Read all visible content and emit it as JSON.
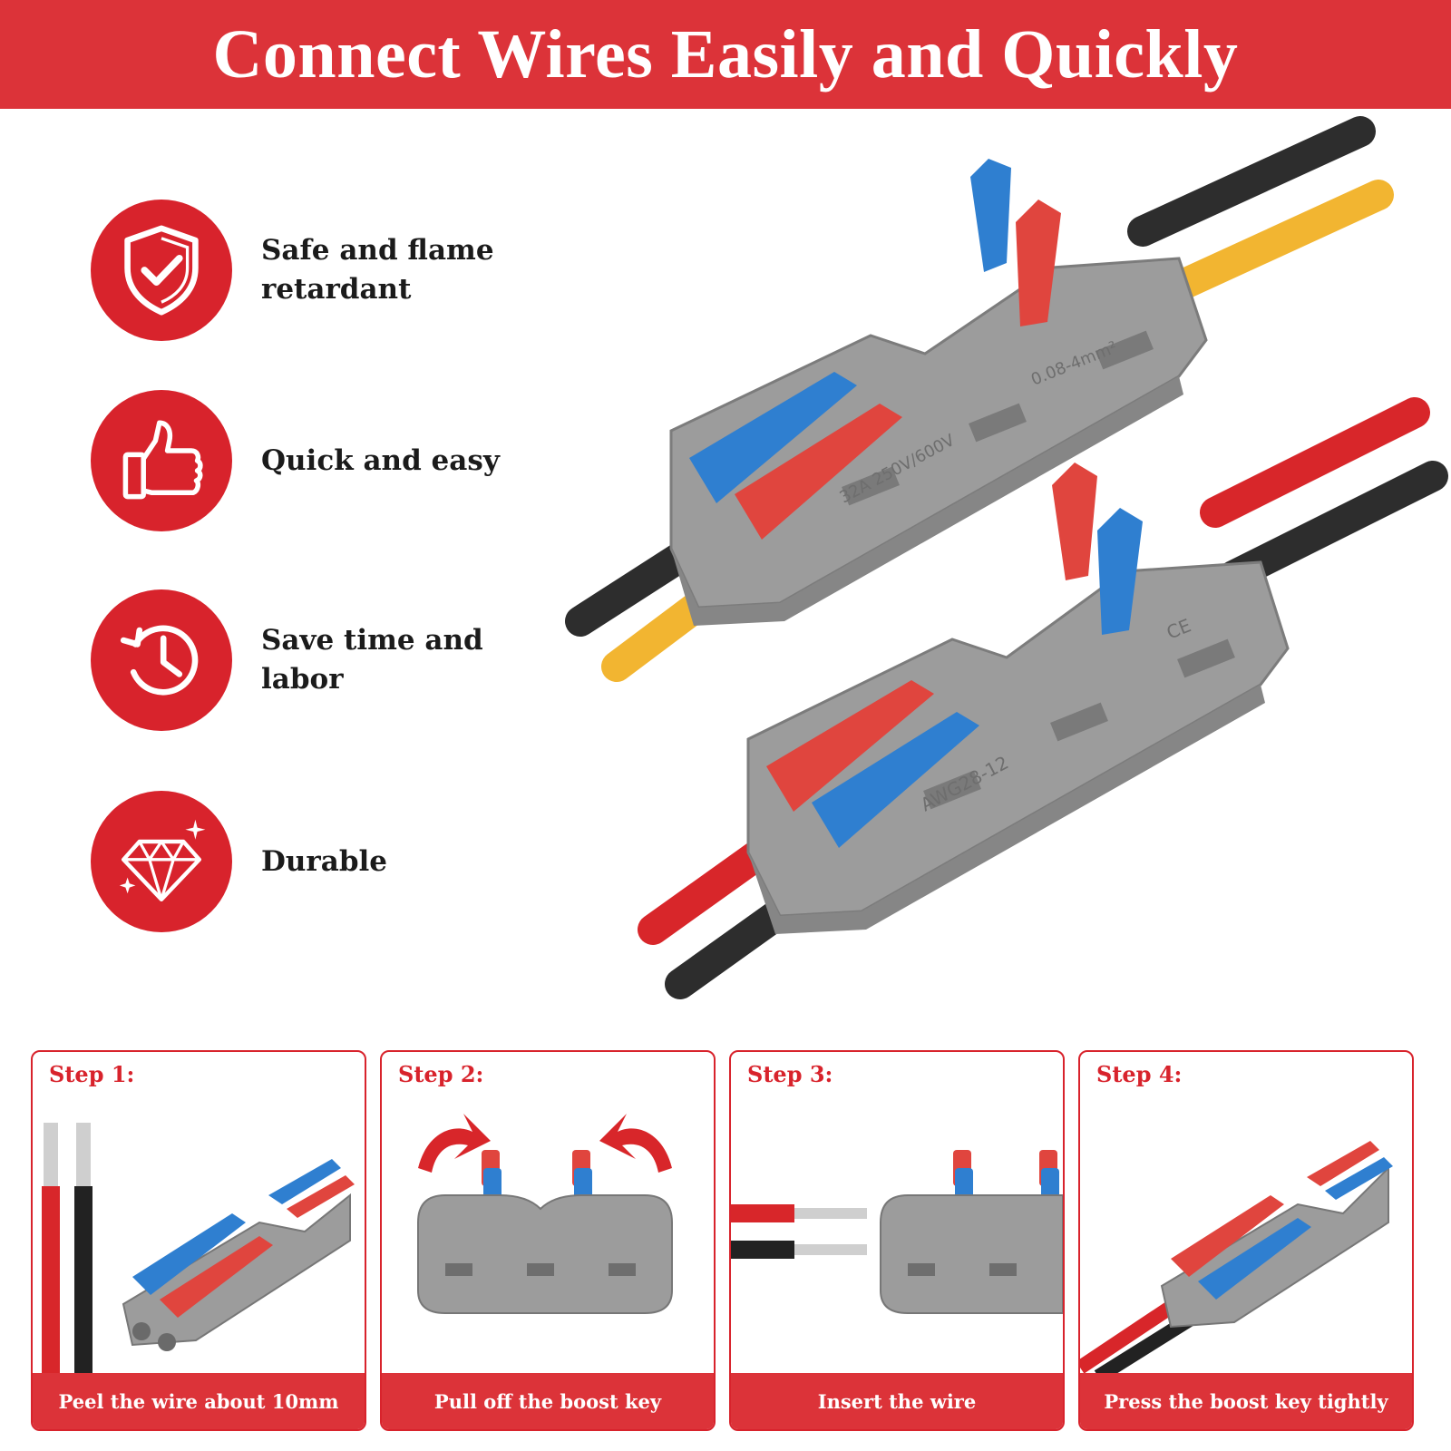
{
  "banner": {
    "title": "Connect Wires Easily and Quickly"
  },
  "features": [
    {
      "icon": "shield-check-icon",
      "text": "Safe and flame retardant"
    },
    {
      "icon": "thumbs-up-icon",
      "text": "Quick and easy"
    },
    {
      "icon": "clock-history-icon",
      "text": "Save time and labor"
    },
    {
      "icon": "diamond-icon",
      "text": "Durable"
    }
  ],
  "product": {
    "top_connector": {
      "rating": "32A 250V/600V",
      "range": "0.08-4mm²"
    },
    "bottom_connector": {
      "model": "AWG28-12",
      "mark": "CE"
    }
  },
  "steps": [
    {
      "label": "Step 1:",
      "caption": "Peel the wire about 10mm"
    },
    {
      "label": "Step 2:",
      "caption": "Pull off the boost key"
    },
    {
      "label": "Step 3:",
      "caption": "Insert the wire"
    },
    {
      "label": "Step 4:",
      "caption": "Press the boost key tightly"
    }
  ],
  "colors": {
    "brand_red": "#dc3339",
    "connector_gray": "#9a9a9a",
    "lever_blue": "#2f7fd0",
    "lever_red": "#e0453e"
  }
}
